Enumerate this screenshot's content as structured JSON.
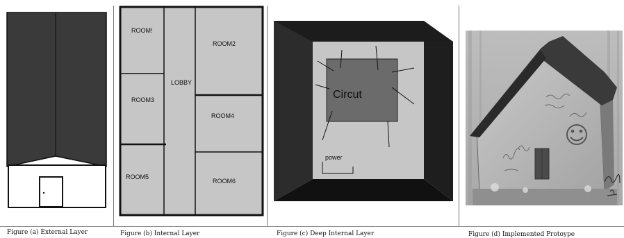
{
  "figures": {
    "a": {
      "caption": "Figure (a)  External Layer"
    },
    "b": {
      "caption": "Figure (b) Internal Layer",
      "rooms": {
        "room1": "ROOM!",
        "room2": "ROOM2",
        "lobby": "LOBBY",
        "room3": "ROOM3",
        "room4": "ROOM4",
        "room5": "ROOM5",
        "room6": "ROOM6"
      }
    },
    "c": {
      "caption": "Figure (c)  Deep Internal Layer",
      "circuit_label": "Circut",
      "power_label": "power"
    },
    "d": {
      "caption": "Figure (d)  Implemented Protoype"
    }
  },
  "colors": {
    "roof": "#3a3a3a",
    "floor": "#c6c6c6",
    "frame_dark": "#1c1c1c",
    "frame_side": "#2c2c2c",
    "circuit": "#6b6b6b"
  }
}
